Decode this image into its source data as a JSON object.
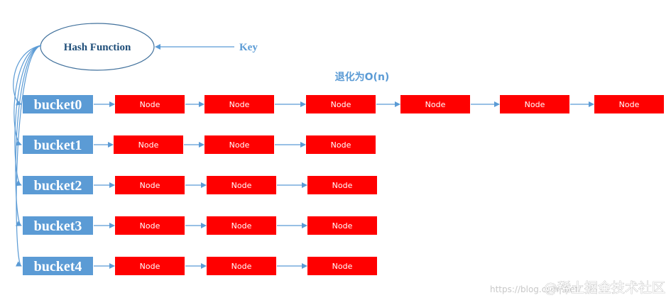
{
  "diagram": {
    "hash_function": "Hash Function",
    "key": "Key",
    "degrade_note": "退化为O(n)",
    "buckets": [
      {
        "label": "bucket0",
        "nodes": [
          "Node",
          "Node",
          "Node",
          "Node",
          "Node",
          "Node"
        ]
      },
      {
        "label": "bucket1",
        "nodes": [
          "Node",
          "Node",
          "Node"
        ]
      },
      {
        "label": "bucket2",
        "nodes": [
          "Node",
          "Node",
          "Node"
        ]
      },
      {
        "label": "bucket3",
        "nodes": [
          "Node",
          "Node",
          "Node"
        ]
      },
      {
        "label": "bucket4",
        "nodes": [
          "Node",
          "Node",
          "Node"
        ]
      }
    ],
    "colors": {
      "bucket_fill": "#5b9bd5",
      "node_fill": "#ff0000",
      "arrow": "#5b9bd5",
      "ellipse_stroke": "#41719c"
    }
  },
  "watermark": {
    "url": "https://blog.csdn.net/",
    "brand": "@稀土掘金技术社区"
  }
}
